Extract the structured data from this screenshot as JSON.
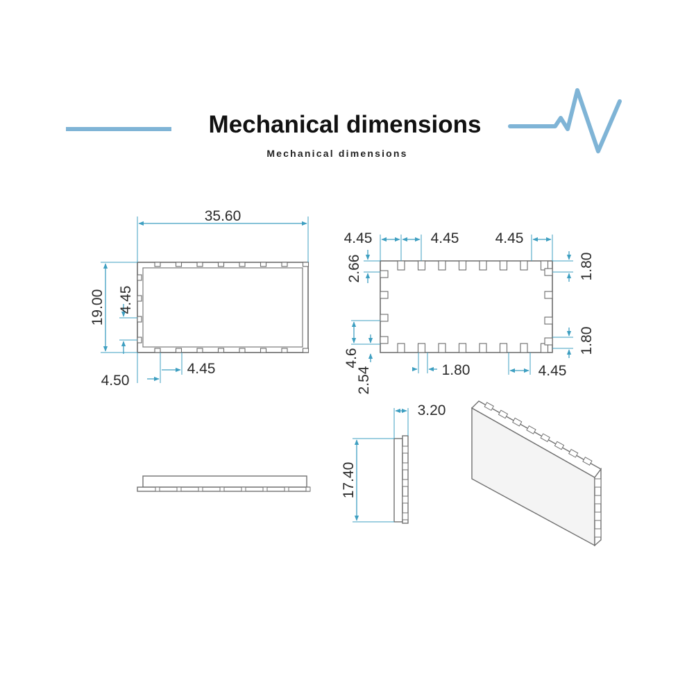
{
  "header": {
    "title": "Mechanical dimensions",
    "subtitle": "Mechanical dimensions",
    "accent_color": "#7fb4d6"
  },
  "top_view": {
    "width_label": "35.60",
    "height_label": "19.00",
    "pitch_left_label": "4.45",
    "offset_bottom_label": "4.50",
    "pitch_bottom_label": "4.45"
  },
  "pad_view": {
    "pitch_top_left_label": "4.45",
    "pitch_top_mid_label": "4.45",
    "pitch_top_right_label": "4.45",
    "left_top_label": "2.66",
    "right_top_label": "1.80",
    "right_bottom_label": "1.80",
    "left_bottom_label": "4.6",
    "left_lower_label": "2.54",
    "bottom_mid_label": "1.80",
    "bottom_right_label": "4.45"
  },
  "side_view": {
    "thickness_label": "3.20",
    "height_label": "17.40"
  },
  "dimension_color": "#3e9fc1"
}
